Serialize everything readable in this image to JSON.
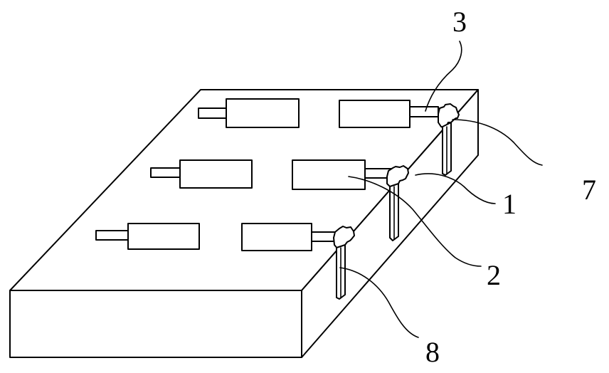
{
  "labels": {
    "l1": "1",
    "l2": "2",
    "l3": "3",
    "l7": "7",
    "l8": "8"
  },
  "colors": {
    "line": "#000000",
    "background": "#ffffff"
  }
}
